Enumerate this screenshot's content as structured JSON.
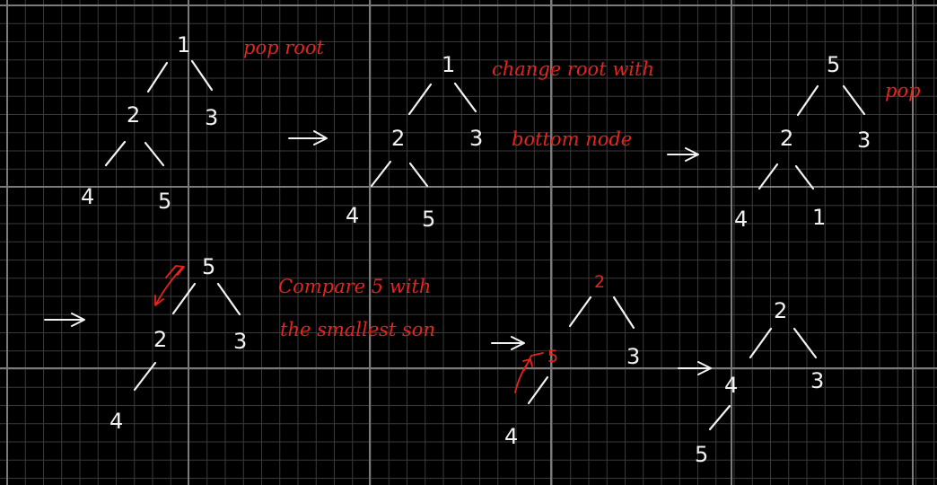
{
  "canvas": {
    "background": "#000000",
    "grid_color_minor": "#3a3a3a",
    "grid_color_major": "#7a7a7a",
    "ink_color": "#f2f2f2",
    "annotation_color": "#e8231d"
  },
  "trees": [
    {
      "id": "tree-1",
      "nodes": [
        "1",
        "2",
        "3",
        "4",
        "5"
      ]
    },
    {
      "id": "tree-2",
      "nodes": [
        "1",
        "2",
        "3",
        "4",
        "5"
      ]
    },
    {
      "id": "tree-3",
      "nodes": [
        "5",
        "2",
        "3",
        "4",
        "1"
      ]
    },
    {
      "id": "tree-4",
      "nodes": [
        "5",
        "2",
        "3",
        "4"
      ]
    },
    {
      "id": "tree-5",
      "nodes": [
        "2",
        "5",
        "3",
        "4"
      ]
    },
    {
      "id": "tree-6",
      "nodes": [
        "2",
        "4",
        "3",
        "5"
      ]
    }
  ],
  "annotations": {
    "pop_root": "pop root",
    "change_root_line1": "change root with",
    "change_root_line2": "bottom node",
    "pop": "pop",
    "compare_line1": "Compare 5 with",
    "compare_line2": "the smallest son"
  }
}
